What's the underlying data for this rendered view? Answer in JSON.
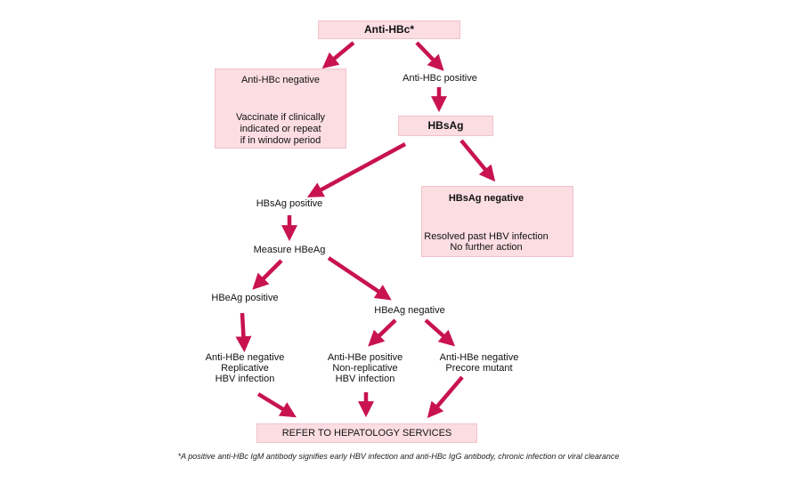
{
  "nodes": {
    "anti_hbc": "Anti-HBc*",
    "anti_hbc_negative": "Anti-HBc negative",
    "vaccinate": [
      "Vaccinate if clinically",
      "indicated or repeat",
      "if in window period"
    ],
    "anti_hbc_positive": "Anti-HBc positive",
    "hbsag": "HBsAg",
    "hbsag_positive": "HBsAg positive",
    "hbsag_negative": "HBsAg negative",
    "resolved": [
      "Resolved past HBV infection",
      "No further action"
    ],
    "measure_hbeag": "Measure HBeAg",
    "hbeag_positive": "HBeAg positive",
    "hbeag_negative": "HBeAg negative",
    "replicative": [
      "Anti-HBe negative",
      "Replicative",
      "HBV infection"
    ],
    "non_replicative": [
      "Anti-HBe positive",
      "Non-replicative",
      "HBV infection"
    ],
    "precore": [
      "Anti-HBe negative",
      "Precore mutant"
    ],
    "refer": "REFER TO HEPATOLOGY SERVICES"
  },
  "footnote": "*A positive anti-HBc IgM antibody signifies early HBV infection and anti-HBc IgG antibody, chronic infection or viral clearance",
  "colors": {
    "arrow": "#c8134f",
    "box_fill": "#fbdde2",
    "black_arrow": "#000000"
  }
}
